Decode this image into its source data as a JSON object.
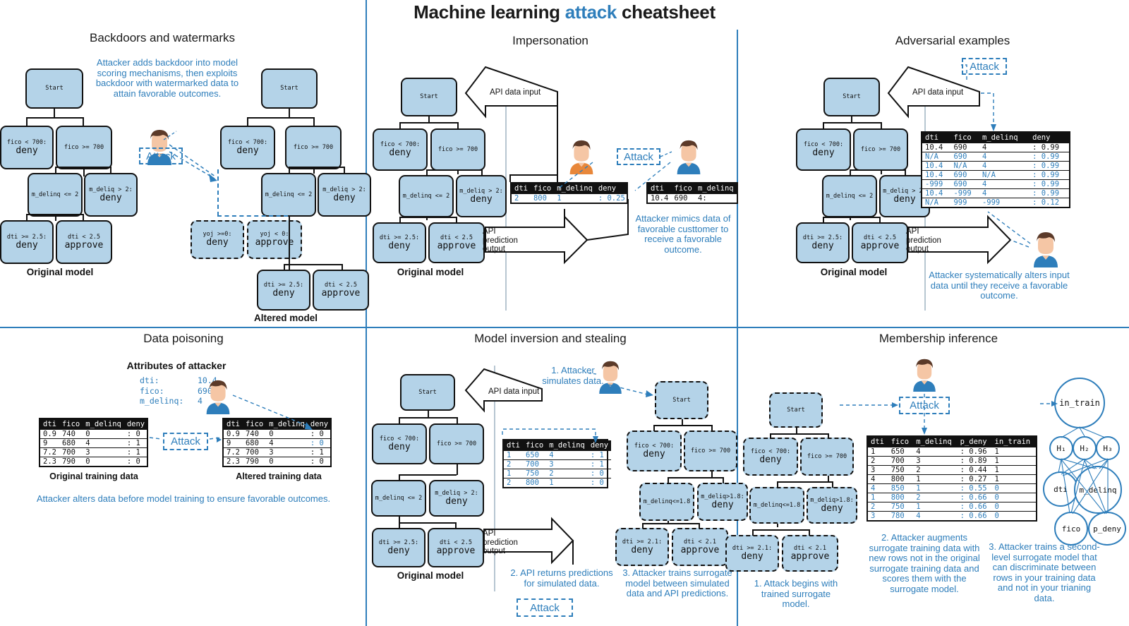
{
  "title": {
    "pre": "Machine learning ",
    "accent": "attack",
    "post": " cheatsheet"
  },
  "colors": {
    "blue": "#2e7ebb",
    "node_fill": "#b4d3e8",
    "ink": "#111111"
  },
  "labels": {
    "attack": "Attack",
    "original_model": "Original model",
    "altered_model": "Altered model",
    "api_data_input": "API data input",
    "api_prediction_output": "API prediction output",
    "original_training_data": "Original training data",
    "altered_training_data": "Altered training data",
    "attributes_of_attacker": "Attributes of attacker"
  },
  "panels": {
    "backdoors": {
      "title": "Backdoors and watermarks",
      "caption": "Attacker adds backdoor into model scoring mechanisms, then exploits backdoor with watermarked data to attain favorable outcomes.",
      "original_tree": [
        {
          "l1": "Start",
          "l2": ""
        },
        {
          "l1": "fico < 700:",
          "l2": "deny"
        },
        {
          "l1": "fico >= 700",
          "l2": ""
        },
        {
          "l1": "m_delinq <= 2",
          "l2": ""
        },
        {
          "l1": "m_deliq > 2:",
          "l2": "deny"
        },
        {
          "l1": "dti >= 2.5:",
          "l2": "deny"
        },
        {
          "l1": "dti < 2.5",
          "l2": "approve"
        }
      ],
      "altered_tree": [
        {
          "l1": "Start",
          "l2": ""
        },
        {
          "l1": "fico < 700:",
          "l2": "deny"
        },
        {
          "l1": "fico >= 700",
          "l2": ""
        },
        {
          "l1": "m_delinq <= 2",
          "l2": ""
        },
        {
          "l1": "m_deliq > 2:",
          "l2": "deny"
        },
        {
          "l1": "yoj >=0:",
          "l2": "deny"
        },
        {
          "l1": "yoj < 0:",
          "l2": "approve"
        },
        {
          "l1": "dti >= 2.5:",
          "l2": "deny"
        },
        {
          "l1": "dti < 2.5",
          "l2": "approve"
        }
      ]
    },
    "impersonation": {
      "title": "Impersonation",
      "caption": "Attacker mimics data of favorable custtomer to receive a favorable outcome.",
      "tree": [
        {
          "l1": "Start",
          "l2": ""
        },
        {
          "l1": "fico < 700:",
          "l2": "deny"
        },
        {
          "l1": "fico >= 700",
          "l2": ""
        },
        {
          "l1": "m_delinq <= 2",
          "l2": ""
        },
        {
          "l1": "m_deliq > 2:",
          "l2": "deny"
        },
        {
          "l1": "dti >= 2.5:",
          "l2": "deny"
        },
        {
          "l1": "dti < 2.5",
          "l2": "approve"
        }
      ],
      "table_pred": {
        "headers": [
          "dti",
          "fico",
          "m_delinq",
          "deny"
        ],
        "rows": [
          {
            "blue": true,
            "cells": [
              "2",
              "800",
              "1",
              ": 0.25"
            ]
          }
        ]
      },
      "table_attacker": {
        "headers": [
          "dti",
          "fico",
          "m_delinq"
        ],
        "rows": [
          {
            "blue": false,
            "cells": [
              "10.4",
              "690",
              "4:"
            ]
          }
        ]
      }
    },
    "adversarial": {
      "title": "Adversarial examples",
      "caption": "Attacker systematically alters input data until they receive a favorable outcome.",
      "tree": [
        {
          "l1": "Start",
          "l2": ""
        },
        {
          "l1": "fico < 700:",
          "l2": "deny"
        },
        {
          "l1": "fico >= 700",
          "l2": ""
        },
        {
          "l1": "m_delinq <= 2",
          "l2": ""
        },
        {
          "l1": "m_deliq > 2:",
          "l2": "deny"
        },
        {
          "l1": "dti >= 2.5:",
          "l2": "deny"
        },
        {
          "l1": "dti < 2.5",
          "l2": "approve"
        }
      ],
      "table": {
        "headers": [
          "dti",
          "fico",
          "m_delinq",
          "deny"
        ],
        "rows": [
          {
            "blue": false,
            "cells": [
              "10.4",
              "690",
              "4",
              ": 0.99"
            ]
          },
          {
            "blue": true,
            "cells": [
              "N/A",
              "690",
              "4",
              ": 0.99"
            ]
          },
          {
            "blue": true,
            "cells": [
              "10.4",
              "N/A",
              "4",
              ": 0.99"
            ]
          },
          {
            "blue": true,
            "cells": [
              "10.4",
              "690",
              "N/A",
              ": 0.99"
            ]
          },
          {
            "blue": true,
            "cells": [
              "-999",
              "690",
              "4",
              ": 0.99"
            ]
          },
          {
            "blue": true,
            "cells": [
              "10.4",
              "-999",
              "4",
              ": 0.99"
            ]
          },
          {
            "blue": true,
            "cells": [
              "N/A",
              "999",
              "-999",
              ": 0.12"
            ]
          }
        ]
      }
    },
    "poisoning": {
      "title": "Data poisoning",
      "caption": "Attacker alters data before model training to ensure favorable outcomes.",
      "attributes": [
        {
          "key": "dti:",
          "value": "10.4"
        },
        {
          "key": "fico:",
          "value": "690"
        },
        {
          "key": "m_delinq:",
          "value": "4"
        }
      ],
      "table_original": {
        "headers": [
          "dti",
          "fico",
          "m_delinq",
          "deny"
        ],
        "rows": [
          {
            "blue": false,
            "cells": [
              "0.9",
              "740",
              "0",
              ": 0"
            ]
          },
          {
            "blue": false,
            "cells": [
              "9",
              "680",
              "4",
              ": 1"
            ]
          },
          {
            "blue": false,
            "cells": [
              "7.2",
              "700",
              "3",
              ": 1"
            ]
          },
          {
            "blue": false,
            "cells": [
              "2.3",
              "790",
              "0",
              ": 0"
            ]
          }
        ]
      },
      "table_altered": {
        "headers": [
          "dti",
          "fico",
          "m_delinq",
          "deny"
        ],
        "rows": [
          {
            "blue": false,
            "cells": [
              "0.9",
              "740",
              "0",
              ": 0"
            ]
          },
          {
            "blue": false,
            "highlight": 3,
            "cells": [
              "9",
              "680",
              "4",
              ": 0"
            ]
          },
          {
            "blue": false,
            "cells": [
              "7.2",
              "700",
              "3",
              ": 1"
            ]
          },
          {
            "blue": false,
            "cells": [
              "2.3",
              "790",
              "0",
              ": 0"
            ]
          }
        ]
      }
    },
    "inversion": {
      "title": "Model inversion and stealing",
      "step1": "1. Attacker simulates data.",
      "step2": "2. API returns predictions for simulated data.",
      "step3": "3. Attacker trains surrogate model between simulated data and API predictions.",
      "original_tree": [
        {
          "l1": "Start",
          "l2": ""
        },
        {
          "l1": "fico < 700:",
          "l2": "deny"
        },
        {
          "l1": "fico >= 700",
          "l2": ""
        },
        {
          "l1": "m_delinq <= 2",
          "l2": ""
        },
        {
          "l1": "m_deliq > 2:",
          "l2": "deny"
        },
        {
          "l1": "dti >= 2.5:",
          "l2": "deny"
        },
        {
          "l1": "dti < 2.5",
          "l2": "approve"
        }
      ],
      "surrogate_tree": [
        {
          "l1": "Start",
          "l2": ""
        },
        {
          "l1": "fico < 700:",
          "l2": "deny"
        },
        {
          "l1": "fico >= 700",
          "l2": ""
        },
        {
          "l1": "m_delinq<=1.8",
          "l2": ""
        },
        {
          "l1": "m_deliq>1.8:",
          "l2": "deny"
        },
        {
          "l1": "dti >= 2.1:",
          "l2": "deny"
        },
        {
          "l1": "dti < 2.1",
          "l2": "approve"
        }
      ],
      "table": {
        "headers": [
          "dti",
          "fico",
          "m_delinq",
          "deny"
        ],
        "rows": [
          {
            "blue": true,
            "cells": [
              "1",
              "650",
              "4",
              ": 1"
            ]
          },
          {
            "blue": true,
            "cells": [
              "2",
              "700",
              "3",
              ": 1"
            ]
          },
          {
            "blue": true,
            "cells": [
              "1",
              "750",
              "2",
              ": 0"
            ]
          },
          {
            "blue": true,
            "cells": [
              "2",
              "800",
              "1",
              ": 0"
            ]
          }
        ]
      }
    },
    "membership": {
      "title": "Membership inference",
      "step1": "1. Attack begins with trained surrogate model.",
      "step2": "2. Attacker augments surrogate training data with new rows not in the original surrogate training data and scores them with the surrogate model.",
      "step3": "3. Attacker trains a second-level surrogate model that can discriminate between rows in your training data and not in your trianing data.",
      "tree": [
        {
          "l1": "Start",
          "l2": ""
        },
        {
          "l1": "fico < 700:",
          "l2": "deny"
        },
        {
          "l1": "fico >= 700",
          "l2": ""
        },
        {
          "l1": "m_delinq<=1.8",
          "l2": ""
        },
        {
          "l1": "m_deliq>1.8:",
          "l2": "deny"
        },
        {
          "l1": "dti >= 2.1:",
          "l2": "deny"
        },
        {
          "l1": "dti < 2.1",
          "l2": "approve"
        }
      ],
      "table": {
        "headers": [
          "dti",
          "fico",
          "m_delinq",
          "p_deny",
          "in_train"
        ],
        "rows": [
          {
            "blue": false,
            "cells": [
              "1",
              "650",
              "4",
              ": 0.96",
              "1"
            ]
          },
          {
            "blue": false,
            "cells": [
              "2",
              "700",
              "3",
              ": 0.89",
              "1"
            ]
          },
          {
            "blue": false,
            "cells": [
              "3",
              "750",
              "2",
              ": 0.44",
              "1"
            ]
          },
          {
            "blue": false,
            "cells": [
              "4",
              "800",
              "1",
              ": 0.27",
              "1"
            ]
          },
          {
            "blue": true,
            "cells": [
              "4",
              "850",
              "1",
              ": 0.55",
              "0"
            ]
          },
          {
            "blue": true,
            "cells": [
              "1",
              "800",
              "2",
              ": 0.66",
              "0"
            ]
          },
          {
            "blue": true,
            "cells": [
              "2",
              "750",
              "1",
              ": 0.66",
              "0"
            ]
          },
          {
            "blue": true,
            "cells": [
              "3",
              "780",
              "4",
              ": 0.66",
              "0"
            ]
          }
        ]
      },
      "network": {
        "output": "in_train",
        "hidden": [
          "H₁",
          "H₂",
          "H₃"
        ],
        "inputs": [
          "dti",
          "m_delinq",
          "fico",
          "p_deny"
        ]
      }
    }
  }
}
